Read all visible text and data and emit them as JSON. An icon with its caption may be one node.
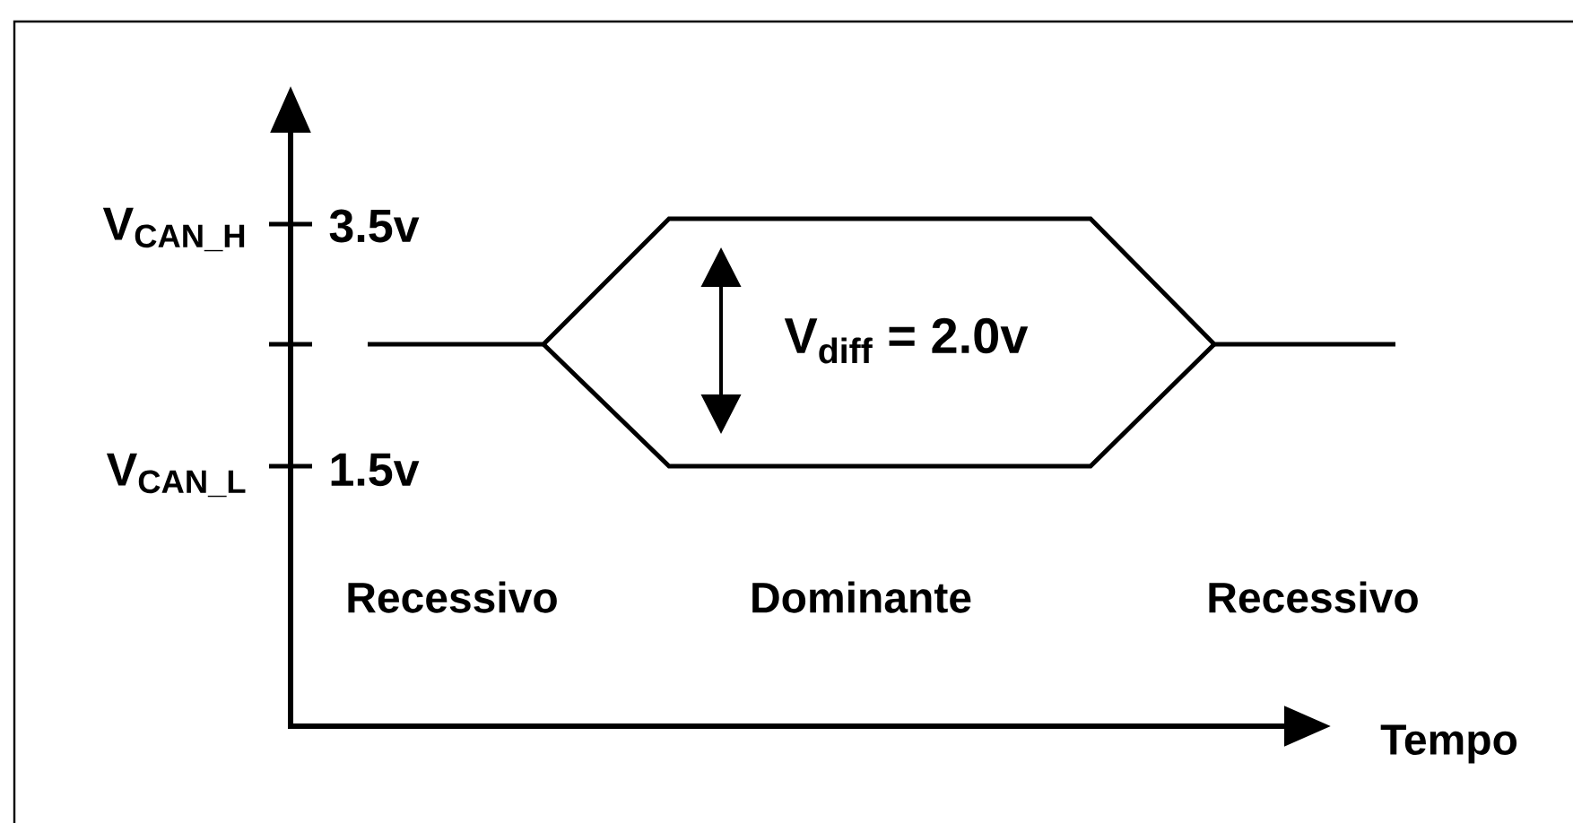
{
  "diagram": {
    "labels": [
      "V$_{CAN_H}$",
      "3.5v",
      "V$_{diff}$ = 2.0v",
      "V$_{CAN_L}$",
      "1.5v",
      "Recessivo",
      "Dominante",
      "Recessivo",
      "Tempo"
    ]
  }
}
